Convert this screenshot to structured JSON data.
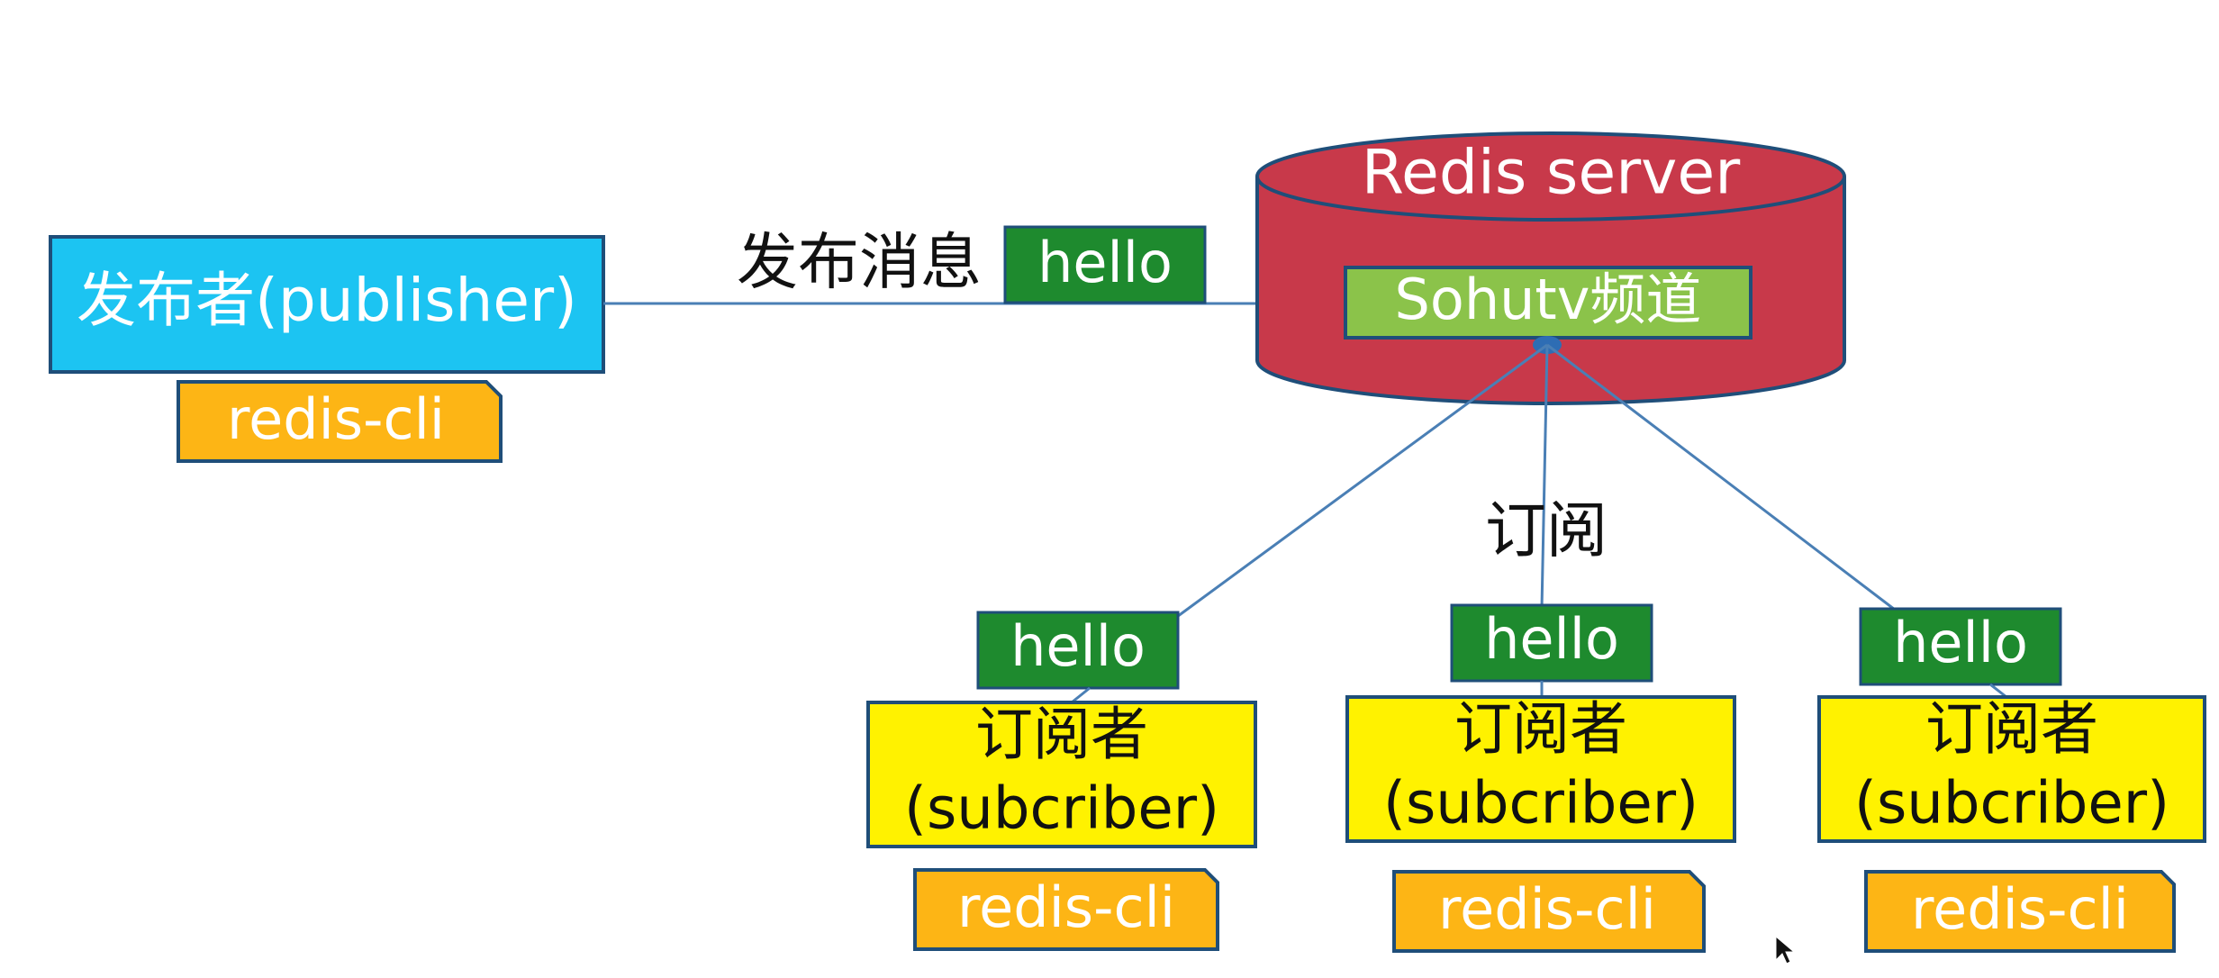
{
  "publisher": {
    "label": "发布者(publisher)",
    "client": "redis-cli"
  },
  "publish_action": {
    "label": "发布消息",
    "message": "hello"
  },
  "server": {
    "label": "Redis server",
    "channel": "Sohutv频道"
  },
  "subscribe_action": {
    "label": "订阅"
  },
  "subscribers": [
    {
      "message": "hello",
      "label_line1": "订阅者",
      "label_line2": "(subcriber)",
      "client": "redis-cli"
    },
    {
      "message": "hello",
      "label_line1": "订阅者",
      "label_line2": "(subcriber)",
      "client": "redis-cli"
    },
    {
      "message": "hello",
      "label_line1": "订阅者",
      "label_line2": "(subcriber)",
      "client": "redis-cli"
    }
  ],
  "colors": {
    "publisher_fill": "#1CC4F2",
    "client_fill": "#FDB515",
    "message_fill": "#1E8A2E",
    "server_fill": "#C8394A",
    "channel_fill": "#8BC34A",
    "subscriber_fill": "#FFF200",
    "stroke": "#1F4E79",
    "connector": "#4A7FB5"
  }
}
